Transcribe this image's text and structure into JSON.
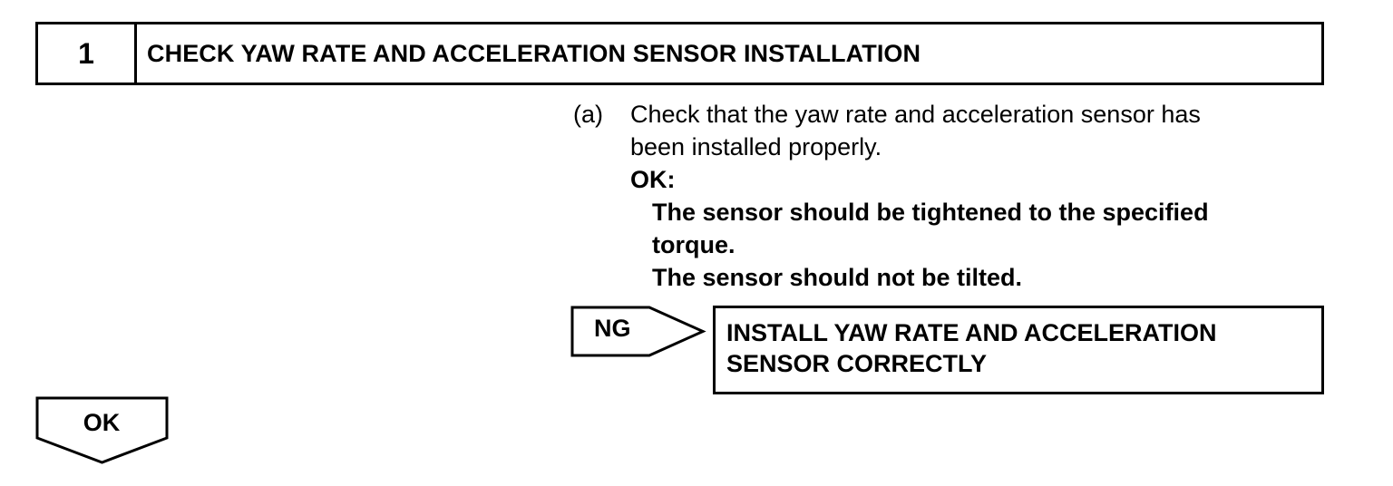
{
  "step": {
    "number": "1",
    "title": "CHECK YAW RATE AND ACCELERATION SENSOR INSTALLATION"
  },
  "instruction": {
    "marker": "(a)",
    "text_line1": "Check that the yaw rate and acceleration sensor has",
    "text_line2": "been installed properly.",
    "ok_label": "OK:",
    "spec_line1": "The sensor should be tightened to the specified",
    "spec_line2": "torque.",
    "spec_line3": "The sensor should not be tilted."
  },
  "ng_branch": {
    "label": "NG",
    "action_line1": "INSTALL YAW RATE AND ACCELERATION",
    "action_line2": "SENSOR CORRECTLY"
  },
  "ok_branch": {
    "label": "OK"
  }
}
